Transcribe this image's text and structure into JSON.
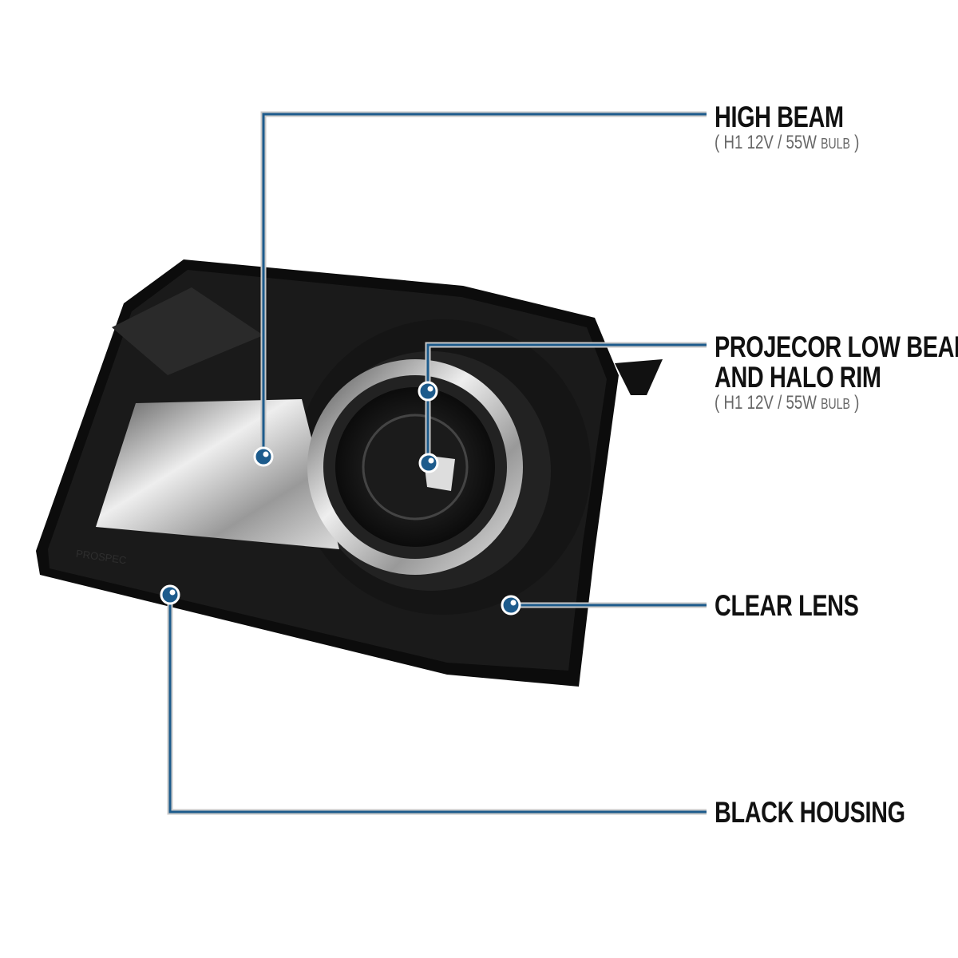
{
  "colors": {
    "callout_line": "#1d5b8c",
    "callout_outline": "#c8c8c8",
    "title_text": "#111111",
    "spec_text": "#666666"
  },
  "callouts": [
    {
      "title": "HIGH BEAM",
      "spec_open": "(",
      "spec": "H1  12V / 55W",
      "spec_unit": "BULB",
      "spec_close": ")"
    },
    {
      "title": "PROJECOR LOW BEAM",
      "title2": "AND HALO RIM",
      "spec_open": "(",
      "spec": "H1  12V / 55W",
      "spec_unit": "BULB",
      "spec_close": ")"
    },
    {
      "title": "CLEAR LENS"
    },
    {
      "title": "BLACK HOUSING"
    }
  ],
  "watermark": "PROSPEC"
}
